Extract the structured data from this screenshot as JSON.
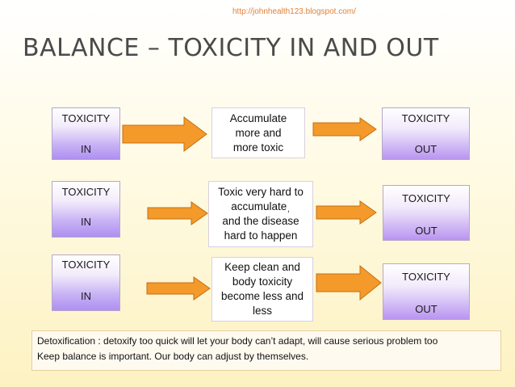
{
  "header": {
    "url": "http://johnhealth123.blogspot.com/",
    "title": "BALANCE – TOXICITY IN AND OUT"
  },
  "rows": [
    {
      "in_box": {
        "top": "TOXICITY",
        "bottom": "IN"
      },
      "middle": [
        "Accumulate",
        "more and",
        "more toxic"
      ],
      "out_box": {
        "top": "TOXICITY",
        "bottom": "OUT"
      }
    },
    {
      "in_box": {
        "top": "TOXICITY",
        "bottom": "IN"
      },
      "middle": [
        "Toxic very hard to",
        "accumulateˌ",
        "and the disease",
        "hard to happen"
      ],
      "out_box": {
        "top": "TOXICITY",
        "bottom": "OUT"
      }
    },
    {
      "in_box": {
        "top": "TOXICITY",
        "bottom": "IN"
      },
      "middle": [
        "Keep clean and",
        "body toxicity",
        "become less and",
        "less"
      ],
      "out_box": {
        "top": "TOXICITY",
        "bottom": "OUT"
      }
    }
  ],
  "note": {
    "line1": "Detoxification :  detoxify too quick will let your body can’t adapt, will cause serious problem too",
    "line2": "Keep balance is important. Our body can adjust by themselves."
  },
  "colors": {
    "arrow_fill": "#f39a2b",
    "arrow_stroke": "#c56f14",
    "title": "#4a4a4a",
    "url": "#e0803a"
  }
}
